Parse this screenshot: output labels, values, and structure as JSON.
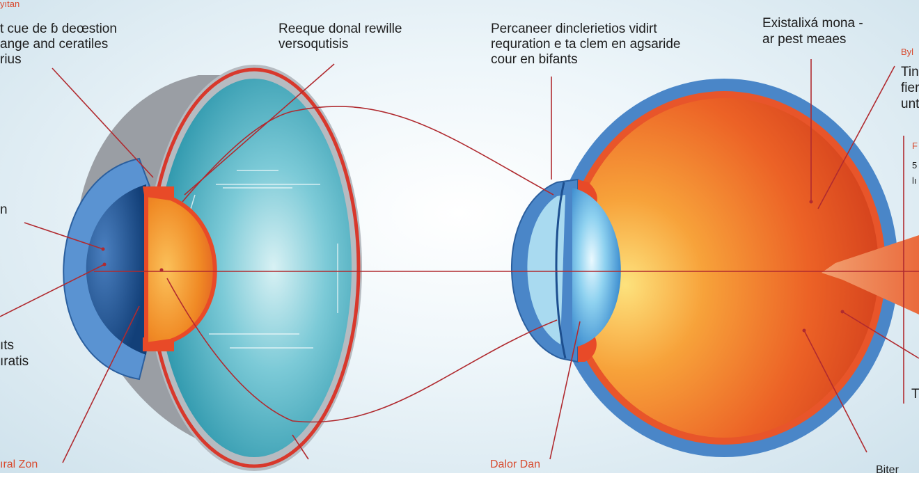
{
  "labels": {
    "top_left_tag": "yıtan",
    "top_left_l1": "t cue de ɓ deœstion",
    "top_left_l2": "ange and ceratiles",
    "top_left_l3": "rius",
    "top_mid_l1": "Reeque donal rewille",
    "top_mid_l2": "versoqutisis",
    "top_right_l1": "Percaneer dinclerietios vidirt",
    "top_right_l2": "requration e ta clem en agsaride",
    "top_right_l3": "cour en bifants",
    "far_right_l1": "Existalixá mona -",
    "far_right_l2": "ar pest meaes",
    "edge_r1": "Byl",
    "edge_r2": "Tin",
    "edge_r3": "fier",
    "edge_r4": "unt",
    "edge_r5": "F",
    "edge_r6": "5",
    "edge_r7": "lı",
    "edge_r8": "T",
    "left_1": "n",
    "left_2": "ıts",
    "left_3": "ıratis",
    "bottom_left": "ıral Zon",
    "bottom_mid": "Dalor Dan",
    "bottom_right": "Biter"
  },
  "colors": {
    "background": "#e6f2f8",
    "leader_line": "#b02a2f",
    "sclera_blue": "#4a86c8",
    "retina_red": "#e24a2a",
    "lens_orange": "#f08a25",
    "vitreous_teal": "#4fb0c6",
    "accent_red_text": "#d84a2e"
  }
}
